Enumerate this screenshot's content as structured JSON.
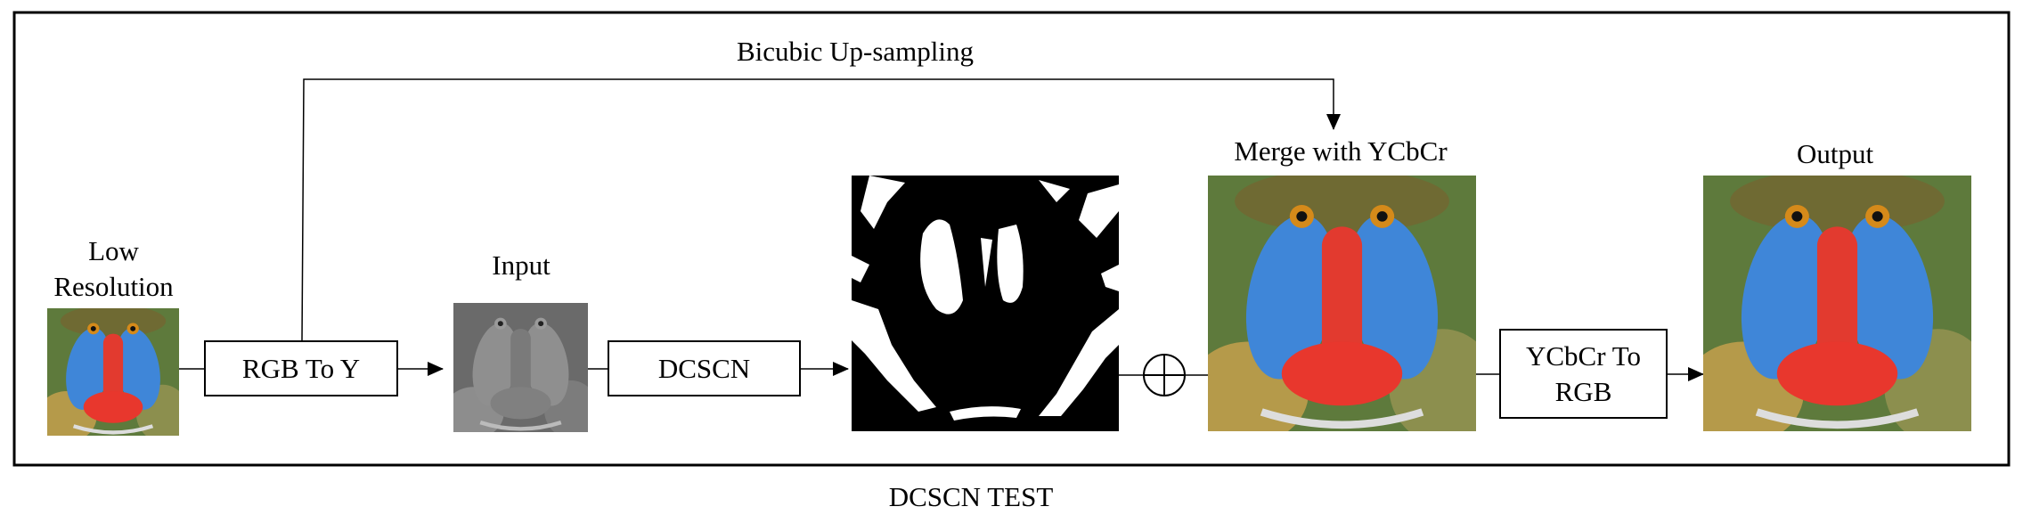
{
  "frame": {
    "caption": "DCSCN TEST"
  },
  "labels": {
    "low_resolution_line1": "Low",
    "low_resolution_line2": "Resolution",
    "input": "Input",
    "bicubic": "Bicubic Up-sampling",
    "merge": "Merge with YCbCr",
    "output": "Output"
  },
  "boxes": {
    "rgb_to_y": "RGB To Y",
    "dcscn": "DCSCN",
    "ycbcr_to_rgb_line1": "YCbCr To",
    "ycbcr_to_rgb_line2": "RGB"
  },
  "icons": {
    "low_res": "mandrill-color-image",
    "input": "mandrill-grayscale-image",
    "residual": "residual-map-image",
    "merged": "mandrill-color-image",
    "output": "mandrill-color-image",
    "sum": "circle-plus-icon"
  },
  "colors": {
    "line": "#000000",
    "background": "#ffffff"
  }
}
